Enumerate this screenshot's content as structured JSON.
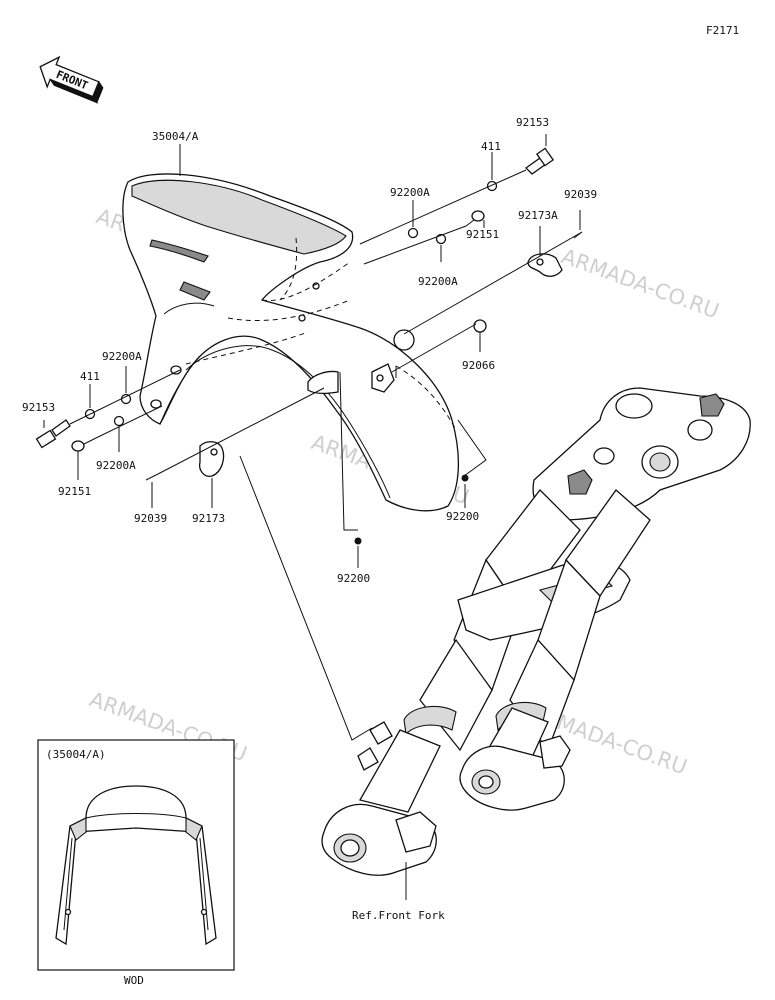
{
  "figure_code": "F2171",
  "front_label": "FRONT",
  "watermark": "ARMADA-CO.RU",
  "callouts": {
    "fender": "35004/A",
    "right_411": "411",
    "right_92153": "92153",
    "right_92200A_top": "92200A",
    "right_92151": "92151",
    "right_92200A_bottom": "92200A",
    "right_92039": "92039",
    "right_92173A": "92173A",
    "right_92066": "92066",
    "right_92200": "92200",
    "left_92200A_top": "92200A",
    "left_411": "411",
    "left_92153": "92153",
    "left_92200A_bottom": "92200A",
    "left_92151": "92151",
    "left_92039": "92039",
    "left_92173": "92173",
    "bottom_92200": "92200",
    "ref_front_fork": "Ref.Front Fork"
  },
  "inset": {
    "title": "(35004/A)",
    "caption": "WOD"
  }
}
